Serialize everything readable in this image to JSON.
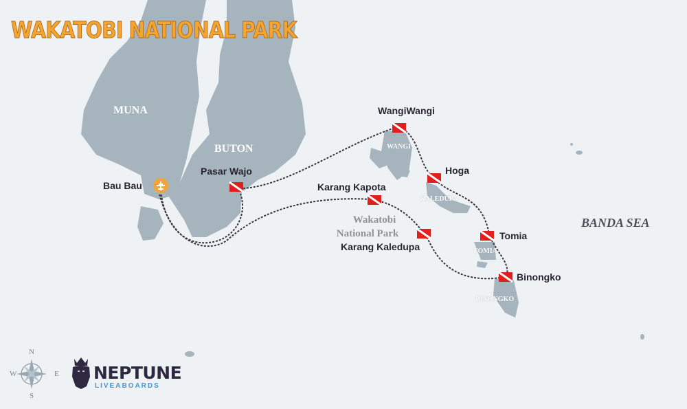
{
  "title": "WAKATOBI NATIONAL PARK",
  "islands": {
    "muna": "MUNA",
    "buton": "BUTON",
    "wangi": "WANGI",
    "kaledupa": "KALEDUPA",
    "tomia": "TOMIA",
    "binongko": "BINONGKO"
  },
  "park_label_1": "Wakatobi",
  "park_label_2": "National Park",
  "sea_label": "BANDA SEA",
  "places": {
    "bau_bau": "Bau Bau",
    "pasar_wajo": "Pasar Wajo",
    "wangiwangi": "WangiWangi",
    "hoga": "Hoga",
    "karang_kapota": "Karang Kapota",
    "karang_kaledupa": "Karang Kaledupa",
    "tomia": "Tomia",
    "binongko": "Binongko"
  },
  "compass": {
    "n": "N",
    "s": "S",
    "e": "E",
    "w": "W"
  },
  "logo": {
    "name": "NEPTUNE",
    "sub": "LIVEABOARDS"
  },
  "colors": {
    "land": "#a6b4be",
    "sea": "#eef2f5",
    "title": "#f3a533",
    "flag": "#e0201c",
    "airport": "#f2a33a"
  }
}
